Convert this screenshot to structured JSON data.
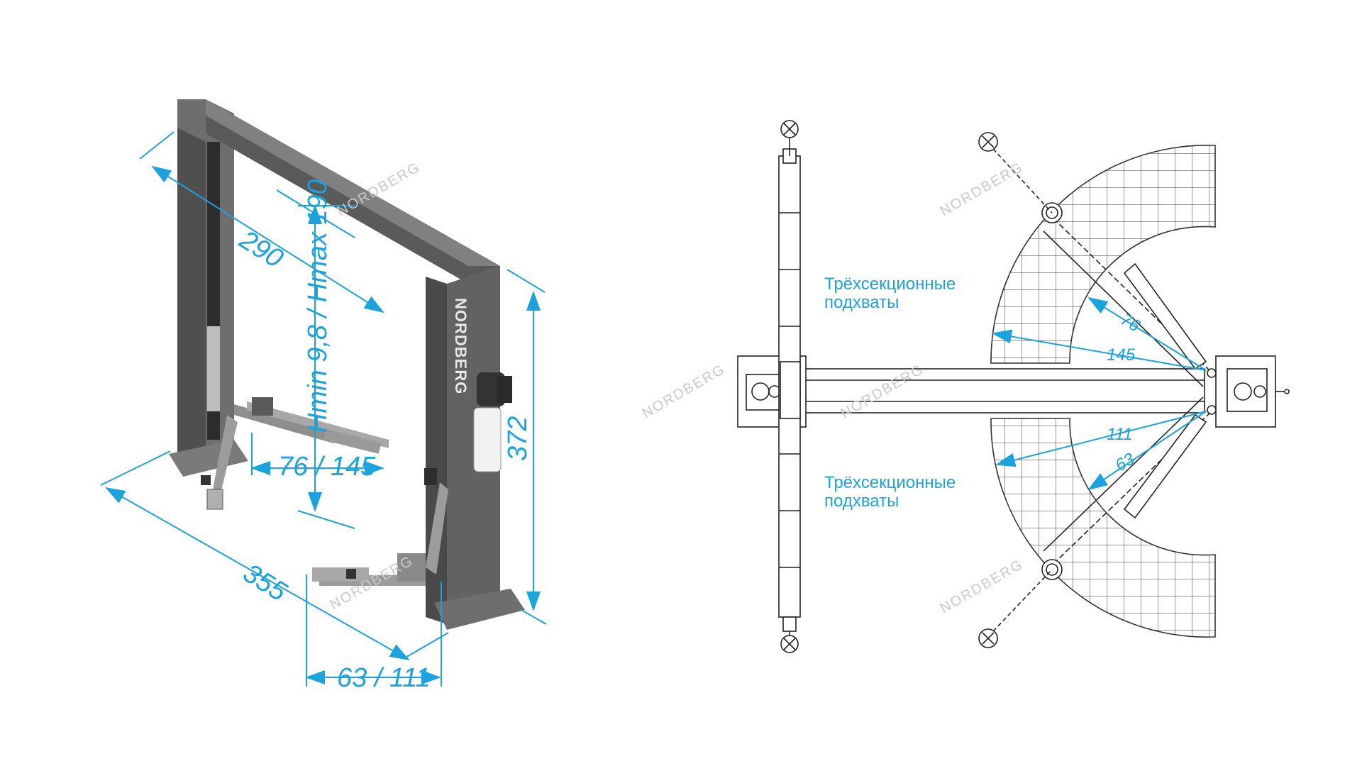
{
  "left_view": {
    "brand_label": "NORDBERG",
    "dimensions": {
      "top_width": "290",
      "height_range": "Hmin 9,8 / Hmax 190",
      "arm_front": "76 / 145",
      "total_height": "372",
      "base_length": "355",
      "arm_rear": "63 / 111"
    }
  },
  "right_view": {
    "note_top": [
      "Трёхсекционные",
      "подхваты"
    ],
    "note_bottom": [
      "Трёхсекционные",
      "подхваты"
    ],
    "radii": {
      "r76": "76",
      "r145": "145",
      "r111": "111",
      "r63": "63"
    }
  },
  "watermarks": [
    "NORDBERG",
    "NORDBERG",
    "NORDBERG",
    "NORDBERG",
    "NORDBERG",
    "NORDBERG"
  ],
  "colors": {
    "dimension": "#1aa3dc",
    "lift_body": "#6b6b6b",
    "lift_dark": "#4a4a4a",
    "line": "#222222"
  }
}
